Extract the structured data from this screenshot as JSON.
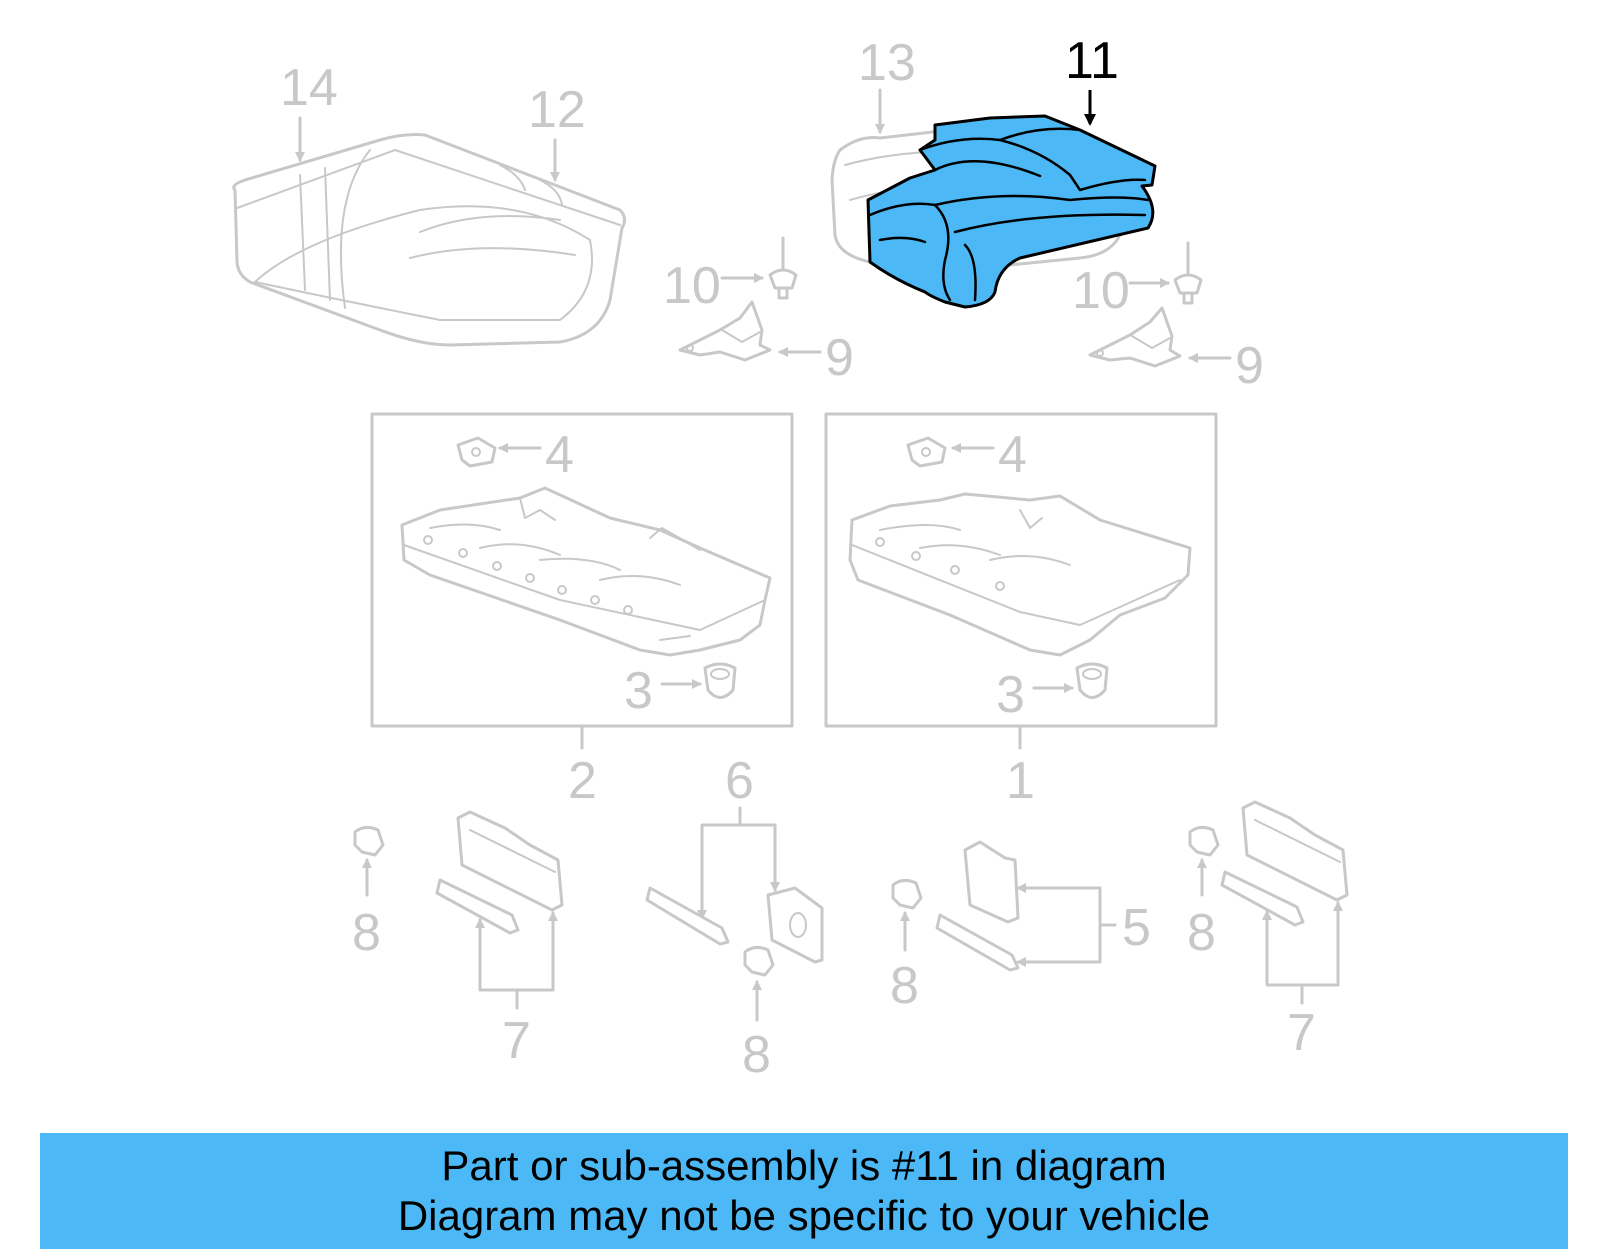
{
  "colors": {
    "highlight": "#4cb8f5",
    "part_stroke": "#c8c8c8",
    "highlight_stroke": "#000000",
    "banner": "#4cb8f5"
  },
  "highlighted_part": "11",
  "callouts": {
    "c14": "14",
    "c12": "12",
    "c13": "13",
    "c11": "11",
    "c10a": "10",
    "c10b": "10",
    "c9a": "9",
    "c9b": "9",
    "c4a": "4",
    "c4b": "4",
    "c3a": "3",
    "c3b": "3",
    "c2": "2",
    "c1": "1",
    "c6": "6",
    "c5": "5",
    "c8a": "8",
    "c8b": "8",
    "c8c": "8",
    "c8d": "8",
    "c7a": "7",
    "c7b": "7"
  },
  "banner": {
    "line1": "Part or sub-assembly is #11 in diagram",
    "line2": "Diagram may not be specific to your vehicle"
  }
}
